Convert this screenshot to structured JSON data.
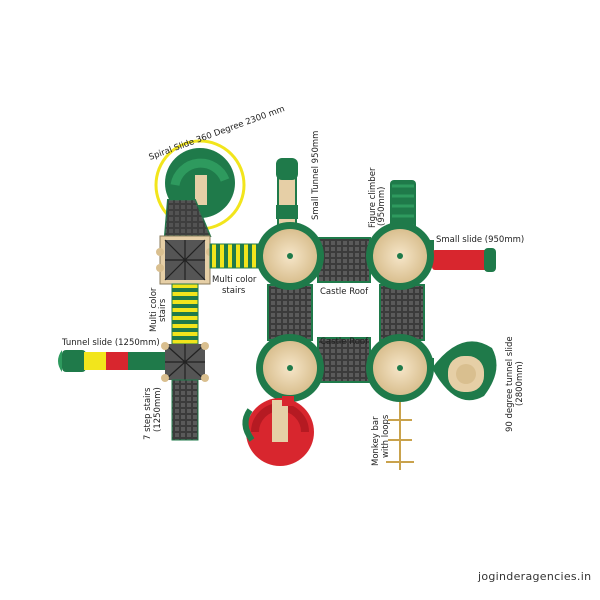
{
  "labels": {
    "spiral_slide": "Spiral Slide 360 Degree 2300 mm",
    "small_tunnel": "Small Tunnel 950mm",
    "figure_climber_1": "Figure climber",
    "figure_climber_2": "(950mm)",
    "small_slide": "Small slide (950mm)",
    "multi_color_stairs_h_1": "Multi color",
    "multi_color_stairs_h_2": "stairs",
    "multi_color_stairs_v_1": "Multi color",
    "multi_color_stairs_v_2": "stairs",
    "castle_roof_top": "Castle Roof",
    "castle_roof_mid": "Castle Roof",
    "tunnel_slide": "Tunnel slide (1250mm)",
    "step_stairs_1": "7 step stairs",
    "step_stairs_2": "(1250mm)",
    "monkey_bar_1": "Monkey bar",
    "monkey_bar_2": "with loops",
    "tunnel_slide_90_1": "90 degree tunnel slide",
    "tunnel_slide_90_2": "(2800mm)"
  },
  "watermark": "joginderagencies.in",
  "colors": {
    "green": "#1f7a4a",
    "green_light": "#2e9a5e",
    "red": "#d8262e",
    "yellow": "#f2e51c",
    "dark_panel": "#3a3a3a",
    "tan": "#e6cfa6",
    "tower_inner": "#f1dfbf"
  }
}
